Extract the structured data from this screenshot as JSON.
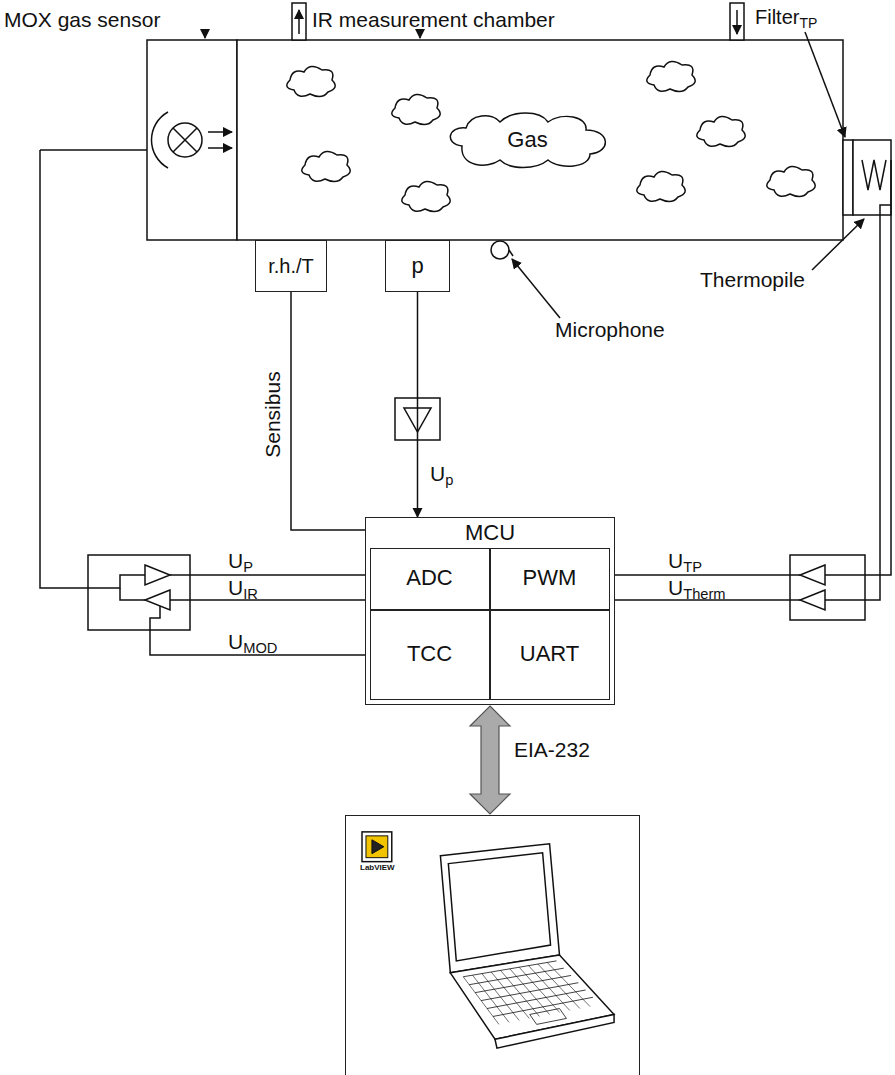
{
  "diagram": {
    "nodes": [
      {
        "text": [
          "r.h./T"
        ]
      },
      {
        "text": [
          "p"
        ]
      },
      {
        "text": [
          "MCU"
        ]
      },
      {
        "text": [
          "ADC"
        ],
        "in": 2
      },
      {
        "text": [
          "PWM"
        ],
        "in": 2
      },
      {
        "text": [
          "TCC"
        ],
        "in": 2
      },
      {
        "text": [
          "UART"
        ],
        "in": 2
      },
      {
        "text": [
          "LabVIEW"
        ]
      },
      {
        "text": [
          "Gas"
        ]
      }
    ],
    "edges": [
      {
        "from": 0,
        "to": 2,
        "label": "Sensibus",
        "arrow": "none"
      },
      {
        "from": 1,
        "to": 2,
        "label": "Up",
        "arrow": "to"
      },
      {
        "from": 2,
        "to": 7,
        "label": "EIA-232",
        "arrow": "both"
      }
    ],
    "labels": [
      "MOX gas sensor",
      "IR measurement chamber",
      "FilterTP",
      "Thermopile",
      "Microphone",
      "UP",
      "UIR",
      "UMOD",
      "UTP",
      "UTherm"
    ]
  }
}
